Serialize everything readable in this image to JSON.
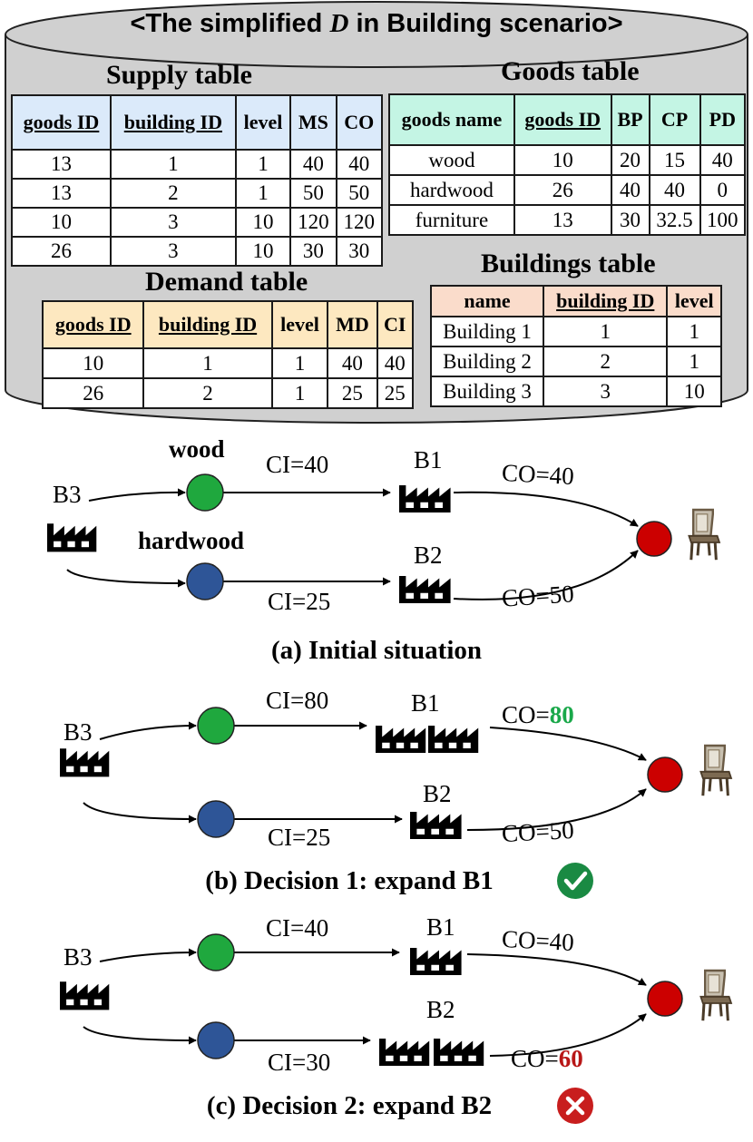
{
  "scenario": {
    "title_prefix": "<The simplified ",
    "title_symbol": "D",
    "title_suffix": " in Building scenario>"
  },
  "supply_table": {
    "title": "Supply table",
    "headers": [
      "goods ID",
      "building ID",
      "level",
      "MS",
      "CO"
    ],
    "rows": [
      [
        "13",
        "1",
        "1",
        "40",
        "40"
      ],
      [
        "13",
        "2",
        "1",
        "50",
        "50"
      ],
      [
        "10",
        "3",
        "10",
        "120",
        "120"
      ],
      [
        "26",
        "3",
        "10",
        "30",
        "30"
      ]
    ]
  },
  "goods_table": {
    "title": "Goods table",
    "headers": [
      "goods name",
      "goods ID",
      "BP",
      "CP",
      "PD"
    ],
    "rows": [
      [
        "wood",
        "10",
        "20",
        "15",
        "40"
      ],
      [
        "hardwood",
        "26",
        "40",
        "40",
        "0"
      ],
      [
        "furniture",
        "13",
        "30",
        "32.5",
        "100"
      ]
    ]
  },
  "demand_table": {
    "title": "Demand table",
    "headers": [
      "goods ID",
      "building ID",
      "level",
      "MD",
      "CI"
    ],
    "rows": [
      [
        "10",
        "1",
        "1",
        "40",
        "40"
      ],
      [
        "26",
        "2",
        "1",
        "25",
        "25"
      ]
    ]
  },
  "buildings_table": {
    "title": "Buildings table",
    "headers": [
      "name",
      "building ID",
      "level"
    ],
    "rows": [
      [
        "Building 1",
        "1",
        "1"
      ],
      [
        "Building 2",
        "2",
        "1"
      ],
      [
        "Building 3",
        "3",
        "10"
      ]
    ]
  },
  "panel_a": {
    "source": "B3",
    "wood_label": "wood",
    "hardwood_label": "hardwood",
    "b1": "B1",
    "b2": "B2",
    "ci_top": "CI=40",
    "ci_bottom": "CI=25",
    "co_top": "CO=40",
    "co_bottom": "CO=50",
    "caption": "(a) Initial situation"
  },
  "panel_b": {
    "source": "B3",
    "b1": "B1",
    "b2": "B2",
    "ci_top": "CI=80",
    "ci_bottom": "CI=25",
    "co_top_prefix": "CO=",
    "co_top_value": "80",
    "co_bottom": "CO=50",
    "caption": "(b) Decision 1: expand B1"
  },
  "panel_c": {
    "source": "B3",
    "b1": "B1",
    "b2": "B2",
    "ci_top": "CI=40",
    "ci_bottom": "CI=30",
    "co_top": "CO=40",
    "co_bottom_prefix": "CO=",
    "co_bottom_value": "60",
    "caption": "(c) Decision 2: expand B2"
  },
  "colors": {
    "wood_node": "#1fa83e",
    "hardwood_node": "#2e5597",
    "furniture_node": "#cc0000",
    "ok_badge": "#1a8a43",
    "fail_badge": "#c81e1e"
  },
  "icons": [
    "factory-icon",
    "chair-icon",
    "check-icon",
    "cross-icon"
  ]
}
